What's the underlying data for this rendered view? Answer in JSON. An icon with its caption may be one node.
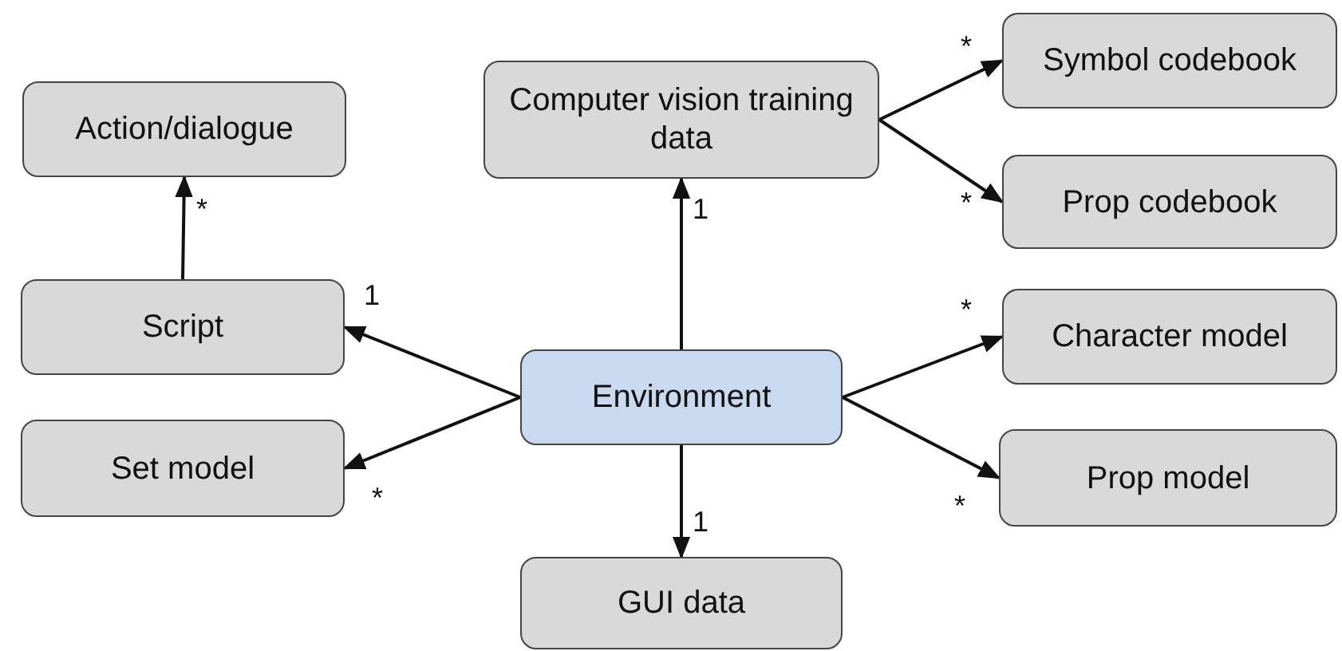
{
  "diagram": {
    "nodes": [
      {
        "text": [
          "Action/dialogue"
        ]
      },
      {
        "text": [
          "Computer vision training data"
        ]
      },
      {
        "text": [
          "Symbol codebook"
        ]
      },
      {
        "text": [
          "Prop codebook"
        ]
      },
      {
        "text": [
          "Script"
        ]
      },
      {
        "text": [
          "Environment"
        ]
      },
      {
        "text": [
          "Character model"
        ]
      },
      {
        "text": [
          "Set model"
        ]
      },
      {
        "text": [
          "Prop model"
        ]
      },
      {
        "text": [
          "GUI data"
        ]
      }
    ],
    "edges": [
      {
        "from": 4,
        "to": 0,
        "arrow": "to",
        "label": "*"
      },
      {
        "from": 5,
        "to": 1,
        "arrow": "to",
        "label": "1"
      },
      {
        "from": 1,
        "to": 2,
        "arrow": "to",
        "label": "*"
      },
      {
        "from": 1,
        "to": 3,
        "arrow": "to",
        "label": "*"
      },
      {
        "from": 5,
        "to": 4,
        "arrow": "to",
        "label": "1"
      },
      {
        "from": 5,
        "to": 7,
        "arrow": "to",
        "label": "*"
      },
      {
        "from": 5,
        "to": 6,
        "arrow": "to",
        "label": "*"
      },
      {
        "from": 5,
        "to": 8,
        "arrow": "to",
        "label": "*"
      },
      {
        "from": 5,
        "to": 9,
        "arrow": "to",
        "label": "1"
      }
    ]
  }
}
